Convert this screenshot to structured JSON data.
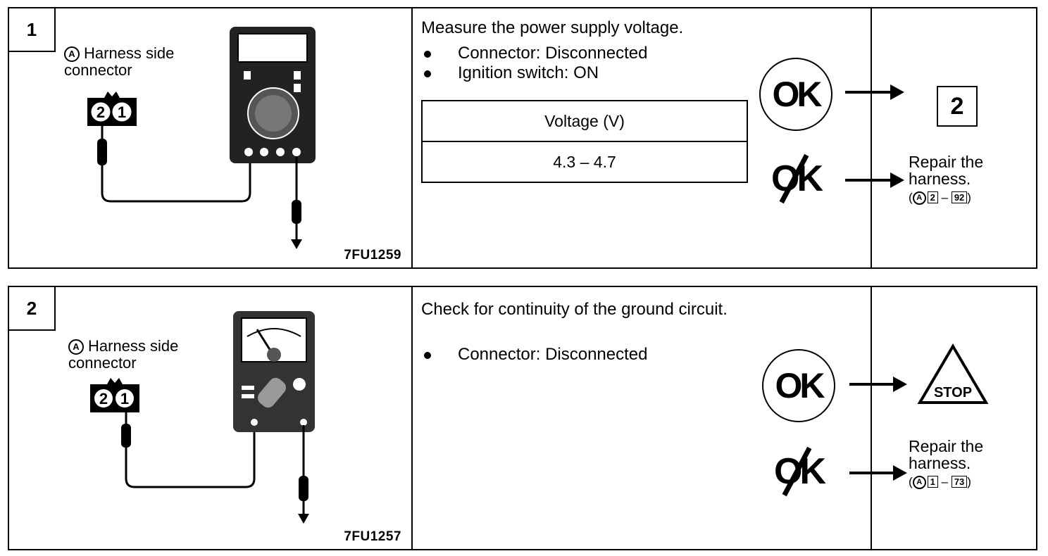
{
  "steps": [
    {
      "number": "1",
      "harness_label_line1": "Harness side",
      "harness_label_line2": "connector",
      "circle_letter": "A",
      "connector_pins": [
        "2",
        "1"
      ],
      "figure_code": "7FU1259",
      "title": "Measure the power supply voltage.",
      "bullets": [
        "Connector: Disconnected",
        "Ignition switch: ON"
      ],
      "table": {
        "header": "Voltage  (V)",
        "value": "4.3  –  4.7"
      },
      "ok_label": "OK",
      "ng_label": "OK",
      "ok_result": "2",
      "ng_result_line1": "Repair the",
      "ng_result_line2": "harness.",
      "ng_ref_open": "(",
      "ng_ref_letter": "A",
      "ng_ref_page": "2",
      "ng_ref_dash": " – ",
      "ng_ref_num": "92",
      "ng_ref_close": ")"
    },
    {
      "number": "2",
      "harness_label_line1": "Harness side",
      "harness_label_line2": "connector",
      "circle_letter": "A",
      "connector_pins": [
        "2",
        "1"
      ],
      "figure_code": "7FU1257",
      "title": "Check for continuity of the ground circuit.",
      "bullets": [
        "Connector: Disconnected"
      ],
      "ok_label": "OK",
      "ng_label": "OK",
      "ok_result": "STOP",
      "ng_result_line1": "Repair the",
      "ng_result_line2": "harness.",
      "ng_ref_open": "(",
      "ng_ref_letter": "A",
      "ng_ref_page": "1",
      "ng_ref_dash": " – ",
      "ng_ref_num": "73",
      "ng_ref_close": ")"
    }
  ]
}
